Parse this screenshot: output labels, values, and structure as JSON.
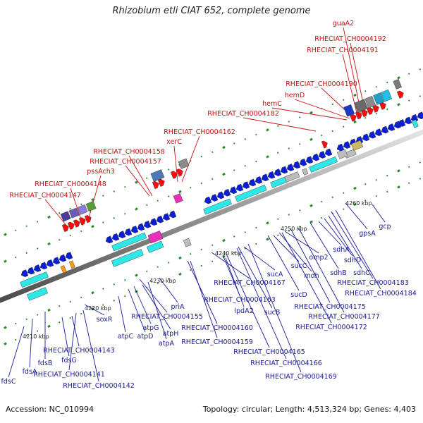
{
  "title": "Rhizobium etli CIAT 652, complete genome",
  "footer": {
    "accession": "Accession: NC_010994",
    "stats": "Topology: circular; Length: 4,513,324 bp; Genes: 4,403"
  },
  "colors": {
    "backbone": "#8a8a8a",
    "forward_gene": "#0a1ed2",
    "forward_cds": "#2ee8e8",
    "reverse_gene": "#ff0a0a",
    "pseudo_gray": "#bcbcbc",
    "label_blue": "#1a1a9a",
    "label_red": "#c81010",
    "tick": "#2a8a2a"
  },
  "scale_labels": [
    "4210 kbp",
    "4220 kbp",
    "4230 kbp",
    "4240 kbp",
    "4250 kbp",
    "4260 kbp"
  ],
  "red_labels": [
    "guaA2",
    "RHECIAT_CH0004192",
    "RHECIAT_CH0004191",
    "RHECIAT_CH0004190",
    "hemD",
    "hemC",
    "RHECIAT_CH0004182",
    "RHECIAT_CH0004162",
    "xerC",
    "RHECIAT_CH0004158",
    "RHECIAT_CH0004157",
    "pssAch3",
    "RHECIAT_CH0004148",
    "RHECIAT_CH0004147"
  ],
  "blue_labels": [
    "fdsC",
    "fdsA",
    "fdsB",
    "fdsG",
    "RHECIAT_CH0004143",
    "RHECIAT_CH0004141",
    "RHECIAT_CH0004142",
    "soxR",
    "atpC",
    "atpD",
    "atpG",
    "atpH",
    "atpA",
    "RHECIAT_CH0004155",
    "priA",
    "RHECIAT_CH0004160",
    "RHECIAT_CH0004159",
    "lpdA2",
    "RHECIAT_CH0004163",
    "RHECIAT_CH0004167",
    "sucA",
    "sucB",
    "RHECIAT_CH0004165",
    "RHECIAT_CH0004166",
    "RHECIAT_CH0004169",
    "sucC",
    "sucD",
    "mdh",
    "omp2",
    "RHECIAT_CH0004172",
    "RHECIAT_CH0004175",
    "RHECIAT_CH0004177",
    "sdhB",
    "sdhA",
    "sdhD",
    "sdhC",
    "RHECIAT_CH0004183",
    "RHECIAT_CH0004184",
    "gpsA",
    "gcp"
  ]
}
